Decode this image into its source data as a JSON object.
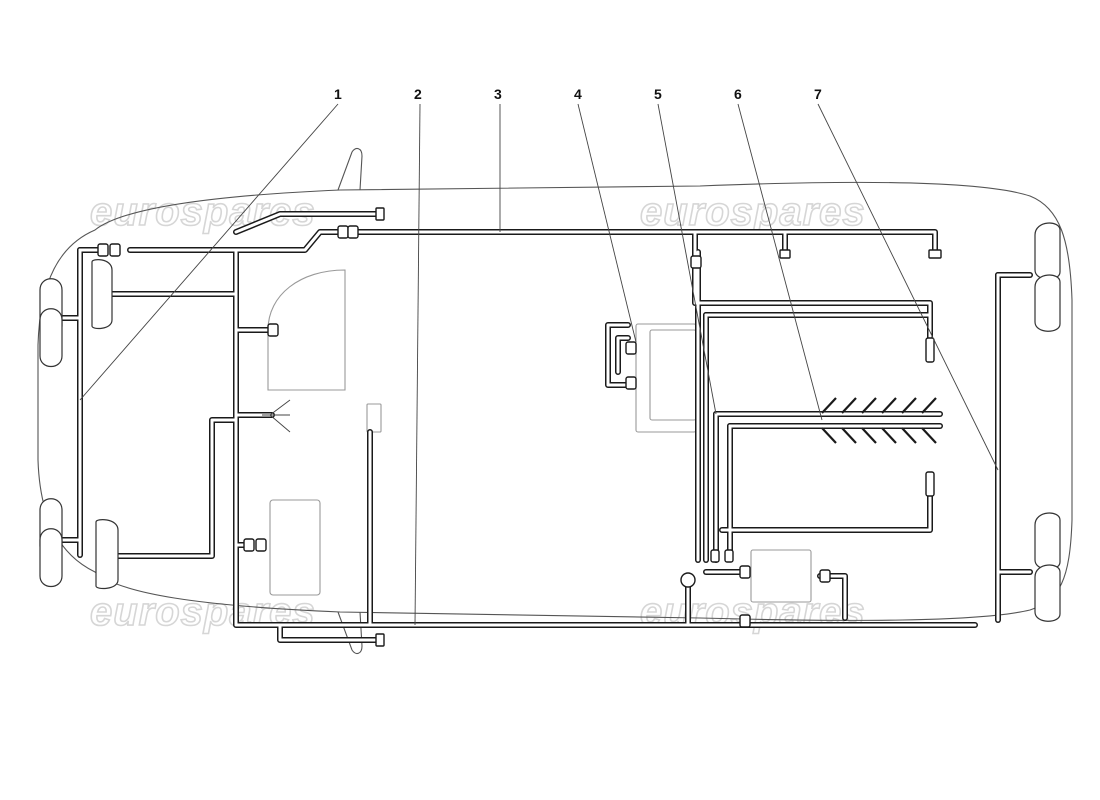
{
  "diagram": {
    "callouts": [
      "1",
      "2",
      "3",
      "4",
      "5",
      "6",
      "7"
    ],
    "watermark": "eurospares"
  }
}
